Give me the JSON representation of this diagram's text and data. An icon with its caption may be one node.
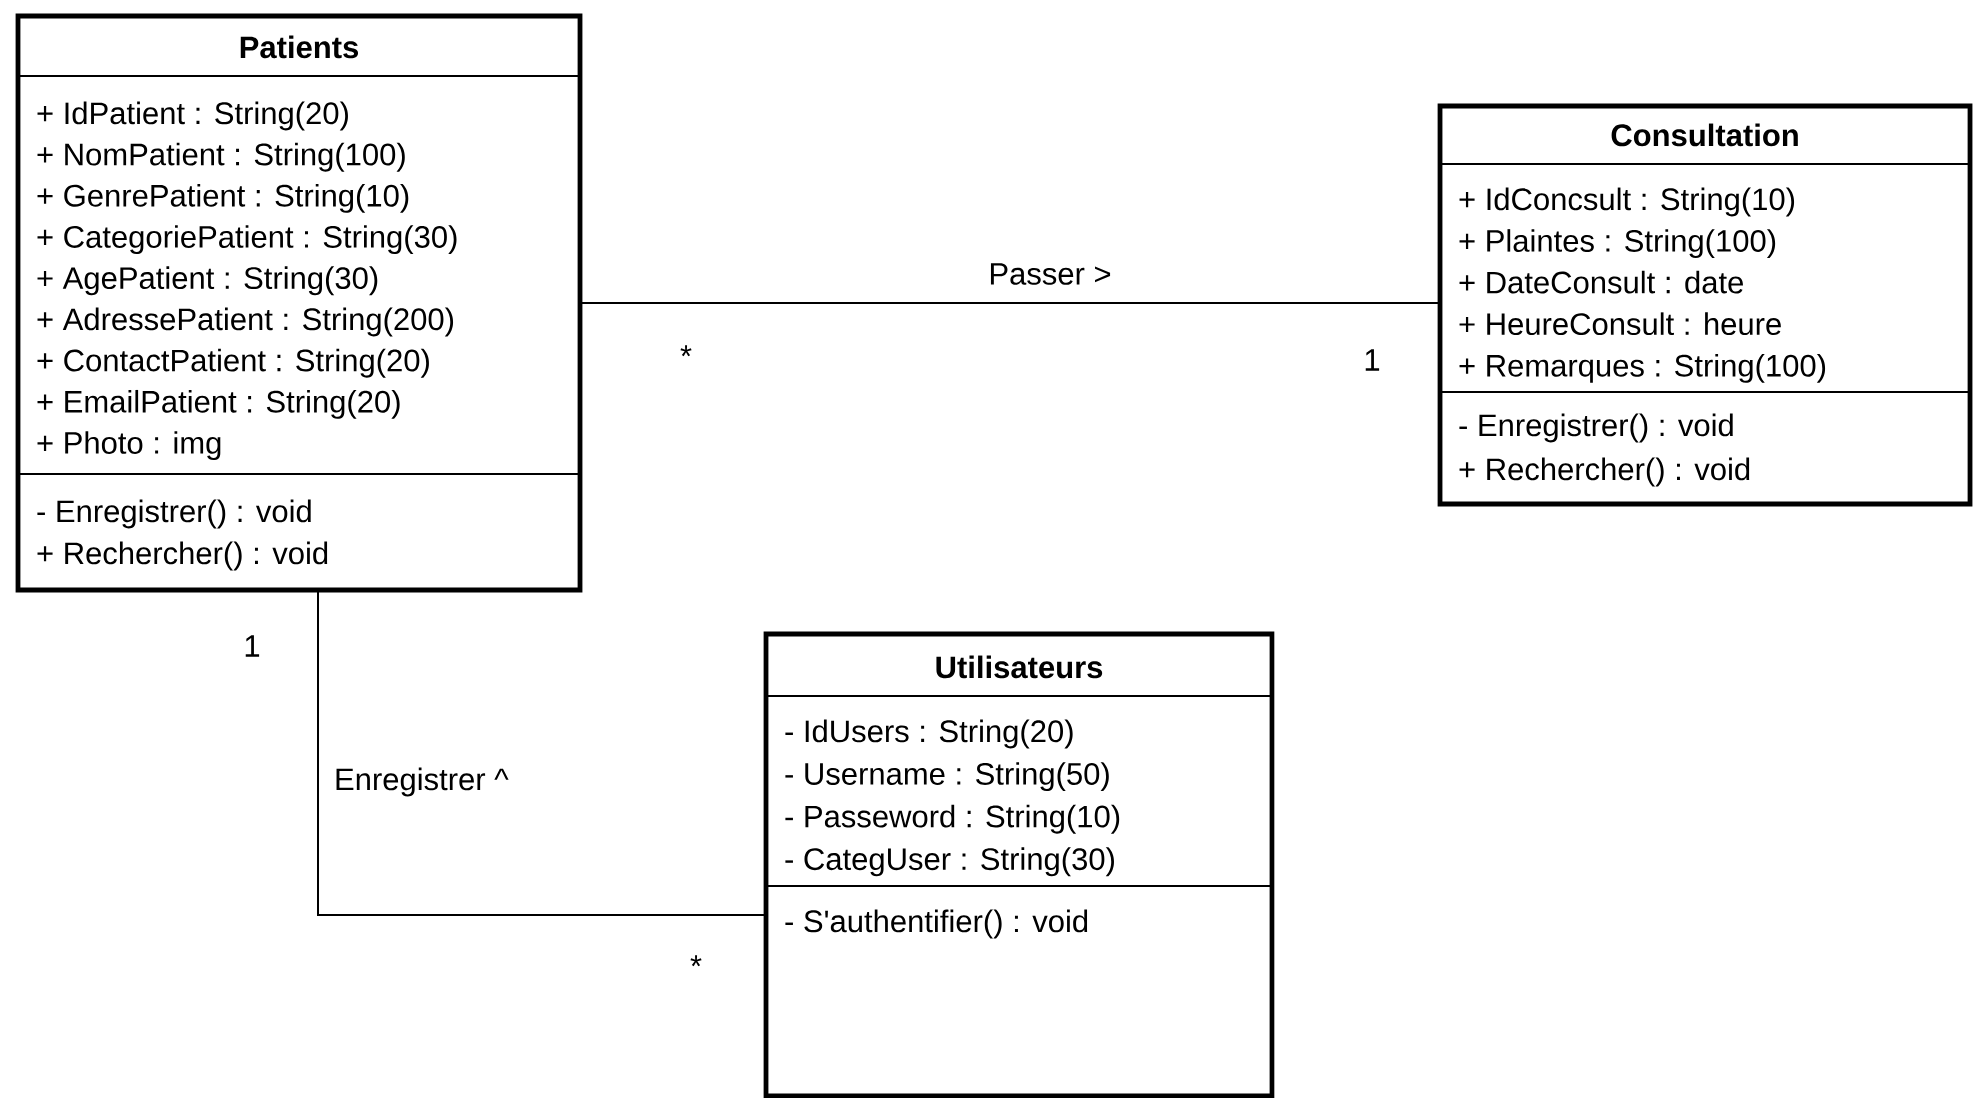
{
  "diagram": {
    "nodes": [
      {
        "text": [
          "Patients",
          "+ IdPatient : String(20)",
          "+ NomPatient : String(100)",
          "+ GenrePatient : String(10)",
          "+ CategoriePatient : String(30)",
          "+ AgePatient : String(30)",
          "+ AdressePatient : String(200)",
          "+ ContactPatient : String(20)",
          "+ EmailPatient : String(20)",
          "+ Photo : img",
          "- Enregistrer() : void",
          "+ Rechercher() : void"
        ]
      },
      {
        "text": [
          "Consultation",
          "+ IdConcsult : String(10)",
          "+ Plaintes : String(100)",
          "+ DateConsult : date",
          "+ HeureConsult : heure",
          "+ Remarques : String(100)",
          "- Enregistrer() : void",
          "+ Rechercher() : void"
        ]
      },
      {
        "text": [
          "Utilisateurs",
          "- IdUsers : String(20)",
          "- Username : String(50)",
          "- Passeword : String(10)",
          "- CategUser : String(30)",
          "- S'authentifier() : void"
        ]
      }
    ],
    "edges": [
      {
        "from": 0,
        "to": 1,
        "arrow": "none",
        "label": "Passer >"
      },
      {
        "from": 0,
        "to": 2,
        "arrow": "none",
        "label": "Enregistrer ^"
      }
    ],
    "labels": [
      "*",
      "1",
      "1",
      "*"
    ]
  }
}
